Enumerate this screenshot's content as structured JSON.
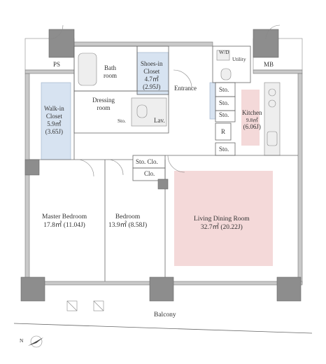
{
  "rooms": {
    "ps": "PS",
    "mb": "MB",
    "wd": "W/D",
    "utility": "Utility",
    "bath_line1": "Bath",
    "bath_line2": "room",
    "shoes_line1": "Shoes-in",
    "shoes_line2": "Closet",
    "shoes_line3": "4.7㎡",
    "shoes_line4": "(2.95J)",
    "entrance": "Entrance",
    "walkin_line1": "Walk-in",
    "walkin_line2": "Closet",
    "walkin_line3": "5.9㎡",
    "walkin_line4": "(3.65J)",
    "dressing_line1": "Dressing",
    "dressing_line2": "room",
    "sto_small": "Sto.",
    "lav": "Lav.",
    "sto1": "Sto.",
    "sto2": "Sto.",
    "sto3": "Sto.",
    "sto4": "Sto.",
    "r": "R",
    "kitchen_line1": "Kitchen",
    "kitchen_line2": "9.8㎡",
    "kitchen_line3": "(6.06J)",
    "sto_clo": "Sto. Clo.",
    "clo": "Clo.",
    "master_line1": "Master Bedroom",
    "master_line2": "17.8㎡ (11.04J)",
    "bedroom_line1": "Bedroom",
    "bedroom_line2": "13.9㎡ (8.58J)",
    "living_line1": "Living Dining Room",
    "living_line2": "32.7㎡ (20.22J)",
    "balcony": "Balcony"
  },
  "compass": {
    "label": "N"
  },
  "colors": {
    "closet_fill": "#d7e3f1",
    "living_fill": "#f4d9d9",
    "wall": "#c9c9c9",
    "column": "#8d8d8d"
  }
}
